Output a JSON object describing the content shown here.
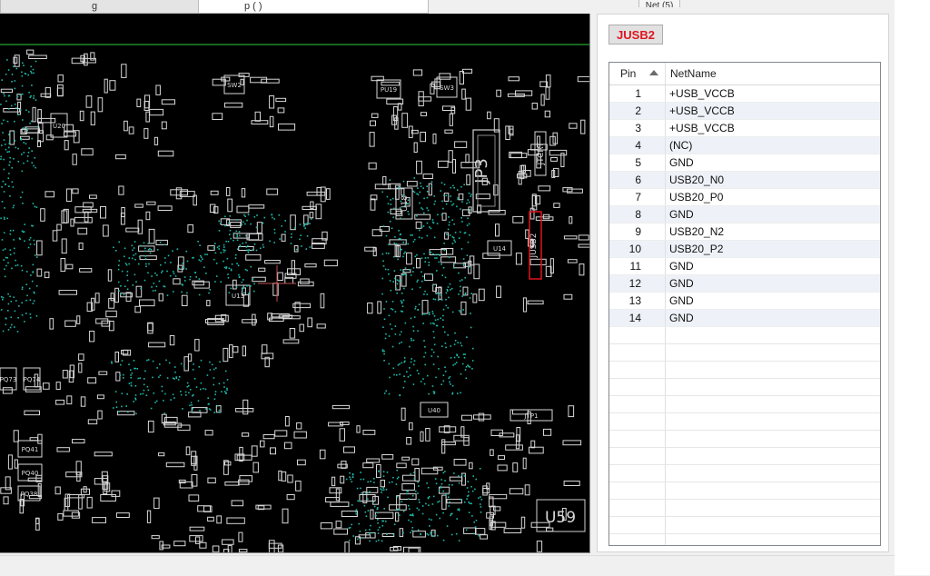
{
  "tabs": [
    {
      "label": "g"
    },
    {
      "label": "p                                   ( )"
    },
    {
      "label": "Net (5)"
    }
  ],
  "board": {
    "background": "#000000",
    "silkscreen_color": "#d8d8d8",
    "pad_color": "#1fb9a8",
    "trace_color": "#1e8a2a",
    "highlight_color": "#e0141e",
    "labels": [
      "SW2",
      "PU19",
      "SW3",
      "U20",
      "JP3",
      "U18",
      "JUSB2",
      "U14",
      "U13",
      "U40",
      "JTP1",
      "U59",
      "PQ41",
      "PQ40",
      "PQ38",
      "PQ73",
      "PQ74",
      "JTCRT"
    ]
  },
  "inspector": {
    "component_label": "JUSB2",
    "columns": {
      "pin": "Pin",
      "net": "NetName"
    },
    "rows": [
      {
        "pin": "1",
        "net": "+USB_VCCB"
      },
      {
        "pin": "2",
        "net": "+USB_VCCB"
      },
      {
        "pin": "3",
        "net": "+USB_VCCB"
      },
      {
        "pin": "4",
        "net": "(NC)"
      },
      {
        "pin": "5",
        "net": "GND"
      },
      {
        "pin": "6",
        "net": "USB20_N0"
      },
      {
        "pin": "7",
        "net": "USB20_P0"
      },
      {
        "pin": "8",
        "net": "GND"
      },
      {
        "pin": "9",
        "net": "USB20_N2"
      },
      {
        "pin": "10",
        "net": "USB20_P2"
      },
      {
        "pin": "11",
        "net": "GND"
      },
      {
        "pin": "12",
        "net": "GND"
      },
      {
        "pin": "13",
        "net": "GND"
      },
      {
        "pin": "14",
        "net": "GND"
      }
    ]
  }
}
